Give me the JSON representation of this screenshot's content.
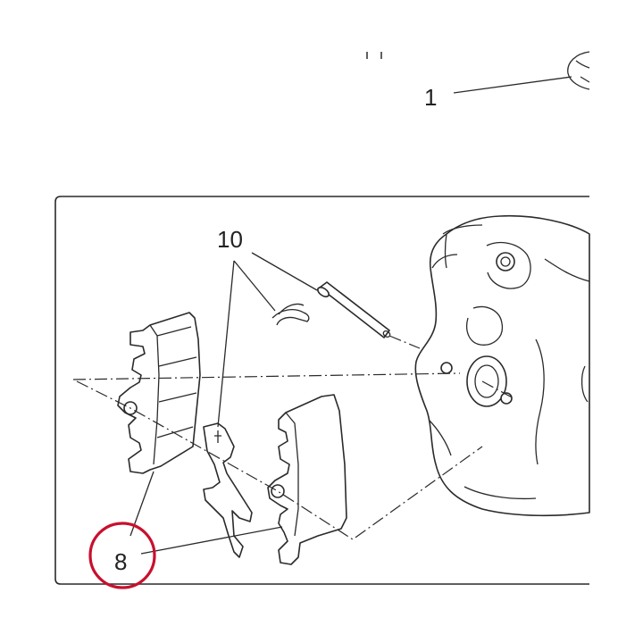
{
  "diagram": {
    "callouts": {
      "part_1": "1",
      "part_8": "8",
      "part_10": "10"
    },
    "highlight_color": "#c8102e",
    "line_color": "#2a2a2a"
  }
}
